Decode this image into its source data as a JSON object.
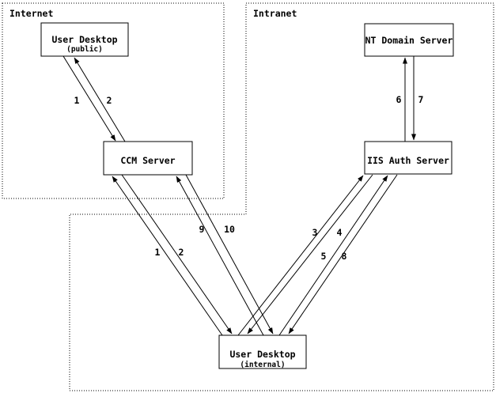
{
  "colors": {
    "background": "#ffffff",
    "line": "#000000",
    "text": "#000000"
  },
  "regions": {
    "internet": {
      "label": "Internet"
    },
    "intranet": {
      "label": "Intranet"
    }
  },
  "nodes": {
    "user_desktop_public": {
      "title": "User Desktop",
      "subtitle": "(public)"
    },
    "nt_domain_server": {
      "title": "NT Domain Server"
    },
    "ccm_server": {
      "title": "CCM Server"
    },
    "iis_auth_server": {
      "title": "IIS Auth Server"
    },
    "user_desktop_internal": {
      "title": "User Desktop",
      "subtitle": "(internal)"
    }
  },
  "edge_labels": {
    "public_1": "1",
    "public_2": "2",
    "internal_1": "1",
    "internal_2": "2",
    "step_3": "3",
    "step_4": "4",
    "step_5": "5",
    "step_6": "6",
    "step_7": "7",
    "step_8": "8",
    "step_9": "9",
    "step_10": "10"
  }
}
